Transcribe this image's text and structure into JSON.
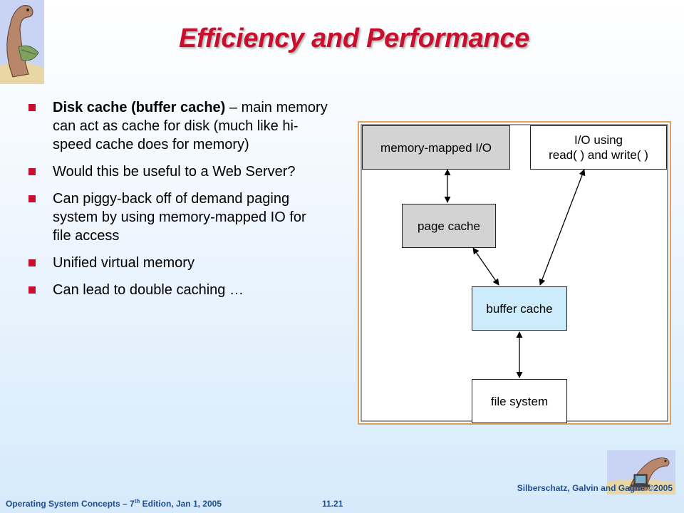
{
  "slide": {
    "title": "Efficiency and Performance",
    "bullets": [
      {
        "bold": "Disk cache (buffer cache)",
        "text": " – main memory can act as cache for disk (much like hi-speed cache does for memory)"
      },
      {
        "bold": "",
        "text": "Would this be useful to a Web Server?"
      },
      {
        "bold": "",
        "text": "Can piggy-back off of demand paging system by using memory-mapped IO for file access"
      },
      {
        "bold": "",
        "text": "Unified virtual memory"
      },
      {
        "bold": "",
        "text": "Can lead to double caching …"
      }
    ]
  },
  "diagram": {
    "boxes": {
      "memory_mapped": "memory-mapped I/O",
      "io_using_line1": "I/O using",
      "io_using_line2": "read( ) and write( )",
      "page_cache": "page cache",
      "buffer_cache": "buffer cache",
      "file_system": "file system"
    }
  },
  "footer": {
    "left_prefix": "Operating System Concepts – 7",
    "left_sup": "th",
    "left_suffix": " Edition, Jan 1, 2005",
    "page": "11.21",
    "right": "Silberschatz, Galvin and Gagne ©2005"
  },
  "colors": {
    "title": "#c8102e",
    "bullet": "#c8102e",
    "footer": "#1f4e96",
    "diagram_border": "#e0a060",
    "buffer_cache_fill": "#ccecfb",
    "gray_fill": "#d3d3d3"
  },
  "icons": {
    "top_logo": "dinosaur-logo-icon",
    "bottom_logo": "dinosaur-laptop-icon"
  }
}
